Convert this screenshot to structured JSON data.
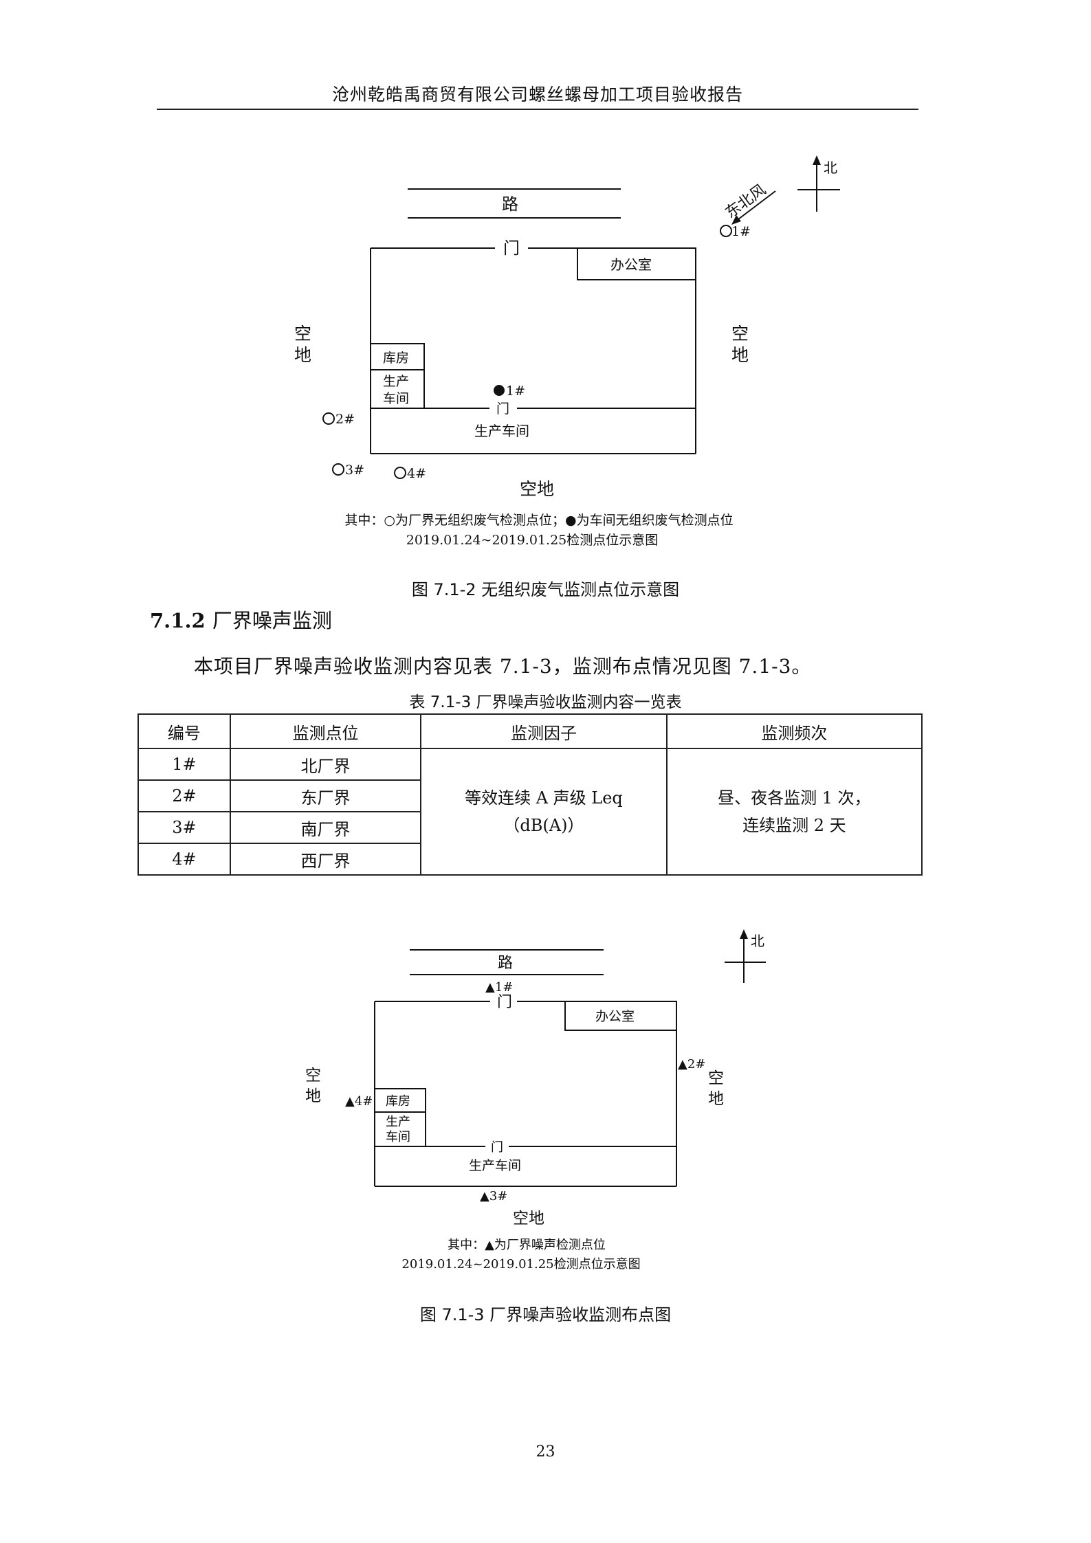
{
  "header": {
    "title": "沧州乾皓禹商贸有限公司螺丝螺母加工项目验收报告"
  },
  "figure1": {
    "north": "北",
    "wind": "东北风",
    "road": "路",
    "gate": "门",
    "office": "办公室",
    "warehouse": "库房",
    "workshop_small_line1": "生产",
    "workshop_small_line2": "车间",
    "inner_gate": "门",
    "workshop": "生产车间",
    "open_west_1": "空",
    "open_west_2": "地",
    "open_east_1": "空",
    "open_east_2": "地",
    "open_south": "空地",
    "point_1_out": "1#",
    "point_1_in": "1#",
    "point_2": "2#",
    "point_3": "3#",
    "point_4": "4#",
    "legend": "其中：○为厂界无组织废气检测点位；●为车间无组织废气检测点位",
    "date_note": "2019.01.24~2019.01.25检测点位示意图",
    "caption": "图 7.1-2  无组织废气监测点位示意图"
  },
  "section": {
    "number": "7.1.2",
    "title": "厂界噪声监测"
  },
  "paragraph": "本项目厂界噪声验收监测内容见表 7.1-3，监测布点情况见图 7.1-3。",
  "table": {
    "caption": "表 7.1-3  厂界噪声验收监测内容一览表",
    "headers": [
      "编号",
      "监测点位",
      "监测因子",
      "监测频次"
    ],
    "rows": [
      {
        "id": "1#",
        "location": "北厂界"
      },
      {
        "id": "2#",
        "location": "东厂界"
      },
      {
        "id": "3#",
        "location": "南厂界"
      },
      {
        "id": "4#",
        "location": "西厂界"
      }
    ],
    "factor_line1": "等效连续 A 声级 Leq",
    "factor_line2": "（dB(A)）",
    "frequency_line1": "昼、夜各监测 1 次，",
    "frequency_line2": "连续监测 2 天"
  },
  "figure2": {
    "north": "北",
    "road": "路",
    "gate": "门",
    "office": "办公室",
    "warehouse": "库房",
    "workshop_small_line1": "生产",
    "workshop_small_line2": "车间",
    "inner_gate": "门",
    "workshop": "生产车间",
    "open_west_1": "空",
    "open_west_2": "地",
    "open_east_1": "空",
    "open_east_2": "地",
    "open_south": "空地",
    "point_1": "▲1#",
    "point_2": "▲2#",
    "point_3": "▲3#",
    "point_4": "▲4#",
    "legend": "其中：▲为厂界噪声检测点位",
    "date_note": "2019.01.24~2019.01.25检测点位示意图",
    "caption": "图 7.1-3  厂界噪声验收监测布点图"
  },
  "page_number": "23"
}
